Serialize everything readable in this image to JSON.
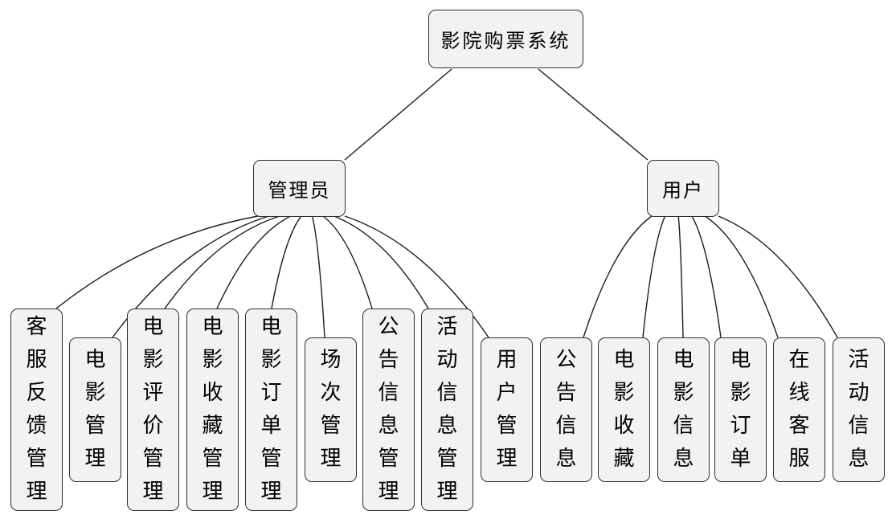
{
  "diagram": {
    "root_label": "影院购票系统",
    "branches": [
      {
        "label": "管理员",
        "children": [
          "客服反馈管理",
          "电影管理",
          "电影评价管理",
          "电影收藏管理",
          "电影订单管理",
          "场次管理",
          "公告信息管理",
          "活动信息管理",
          "用户管理"
        ]
      },
      {
        "label": "用户",
        "children": [
          "公告信息",
          "电影收藏",
          "电影信息",
          "电影订单",
          "在线客服",
          "活动信息"
        ]
      }
    ]
  },
  "colors": {
    "background": "#ffffff",
    "node_fill": "#f2f2f2",
    "node_border": "#2e2e2e",
    "edge": "#1c1c1c",
    "text": "#000000"
  }
}
